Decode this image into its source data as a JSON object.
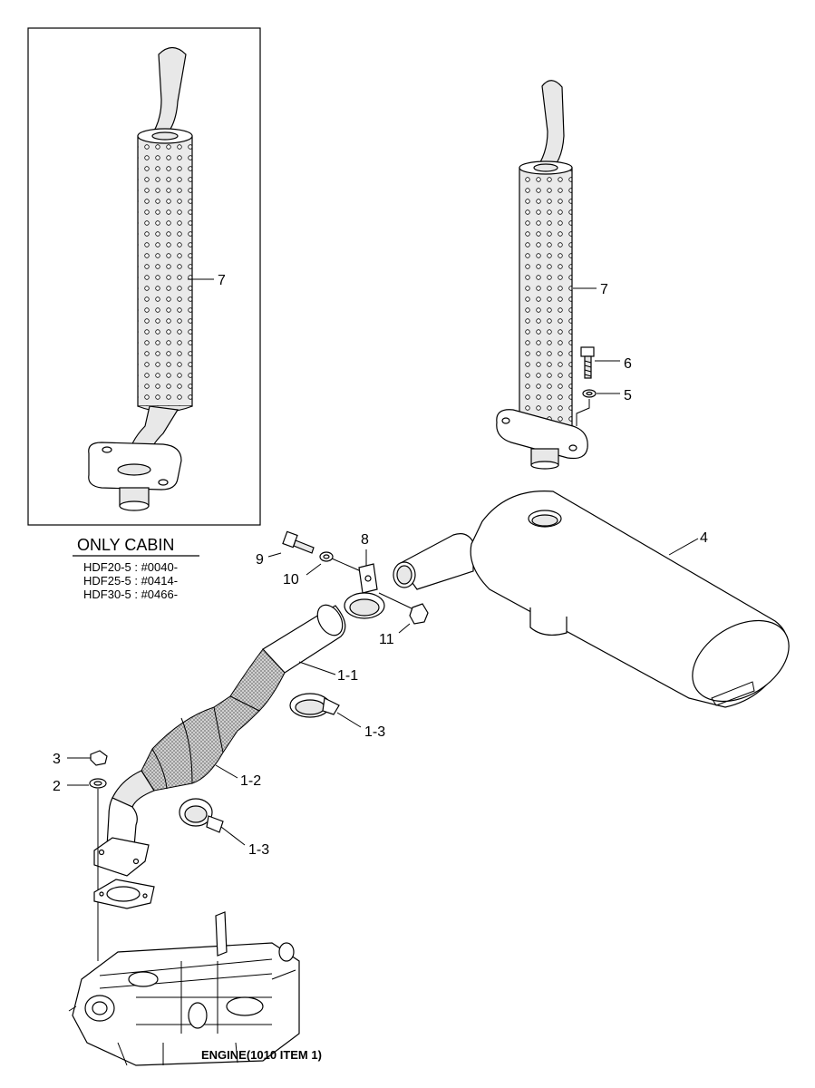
{
  "inset": {
    "caption": "ONLY CABIN",
    "models": [
      "HDF20-5 : #0040-",
      "HDF25-5 : #0414-",
      "HDF30-5 : #0466-"
    ],
    "part_label": "7"
  },
  "callouts": {
    "muffler_cover": "7",
    "bolt": "6",
    "washer_top": "5",
    "muffler": "4",
    "bracket": "8",
    "bolt_small": "9",
    "washer_small": "10",
    "nut": "11",
    "pipe_upper": "1-1",
    "clamp_upper": "1-3",
    "pipe_lower": "1-2",
    "clamp_lower": "1-3",
    "nut_flange": "3",
    "washer_flange": "2"
  },
  "engine_label": "ENGINE(1010 ITEM 1)"
}
